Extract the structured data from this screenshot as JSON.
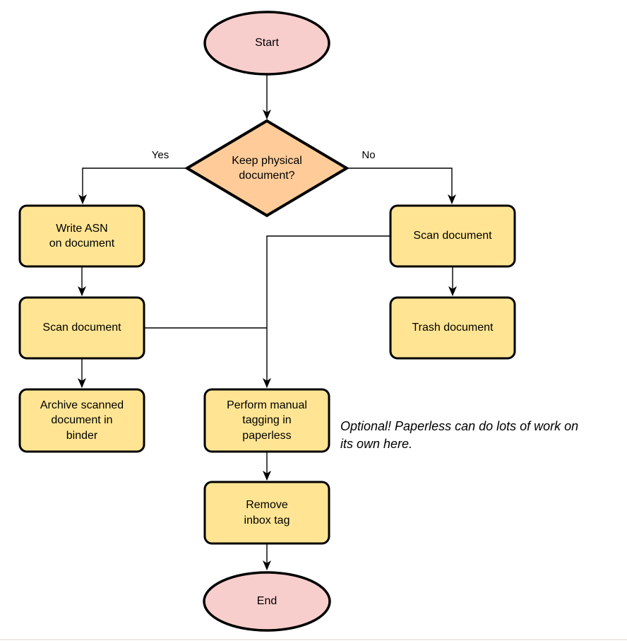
{
  "colors": {
    "terminal_fill": "#f8cecc",
    "decision_fill": "#ffcc99",
    "process_fill": "#ffe593",
    "stroke": "#000000",
    "background": "#ffffff"
  },
  "nodes": {
    "start": {
      "label": "Start"
    },
    "decision": {
      "label": "Keep physical\ndocument?"
    },
    "write_asn": {
      "label": "Write ASN\non document"
    },
    "scan_left": {
      "label": "Scan document"
    },
    "archive": {
      "label": "Archive scanned\ndocument in\nbinder"
    },
    "scan_right": {
      "label": "Scan document"
    },
    "trash": {
      "label": "Trash document"
    },
    "tagging": {
      "label": "Perform manual\ntagging in\npaperless"
    },
    "remove_inbox": {
      "label": "Remove\ninbox tag"
    },
    "end": {
      "label": "End"
    }
  },
  "edge_labels": {
    "yes": "Yes",
    "no": "No"
  },
  "annotation": {
    "text": "Optional! Paperless can do lots of work on\nits own here."
  }
}
